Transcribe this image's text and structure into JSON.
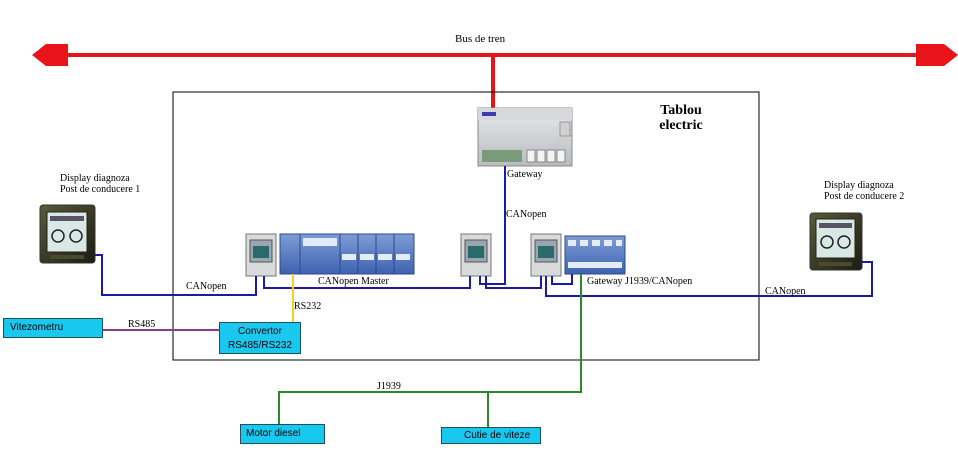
{
  "labels": {
    "bus": "Bus de tren",
    "panel_title": "Tablou\nelectric",
    "display1_line1": "Display diagnoza",
    "display1_line2": "Post de conducere  1",
    "display2_line1": "Display diagnoza",
    "display2_line2": "Post de conducere  2",
    "gateway": "Gateway",
    "canopen_vertical": "CANopen",
    "canopen_left": "CANopen",
    "canopen_master": "CANopen Master",
    "gateway_j1939": "Gateway  J1939/CANopen",
    "canopen_right": "CANopen",
    "rs232": "RS232",
    "rs485": "RS485",
    "j1939": "J1939"
  },
  "boxes": {
    "vitezometru": "Vitezometru",
    "convertor_line1": "Convertor",
    "convertor_line2": "RS485/RS232",
    "motor": "Motor diesel",
    "cutie": "Cutie de viteze"
  },
  "colors": {
    "bus": "#e8141a",
    "canopen": "#1a1aa8",
    "rs232": "#f2d21a",
    "rs485": "#8c3c8c",
    "j1939": "#2a8a2a",
    "box_fill": "#18c8ee"
  },
  "icons": [
    "display-icon",
    "plc-gateway-icon",
    "io-module-icon",
    "arrowhead-left-icon",
    "arrowhead-right-icon"
  ]
}
